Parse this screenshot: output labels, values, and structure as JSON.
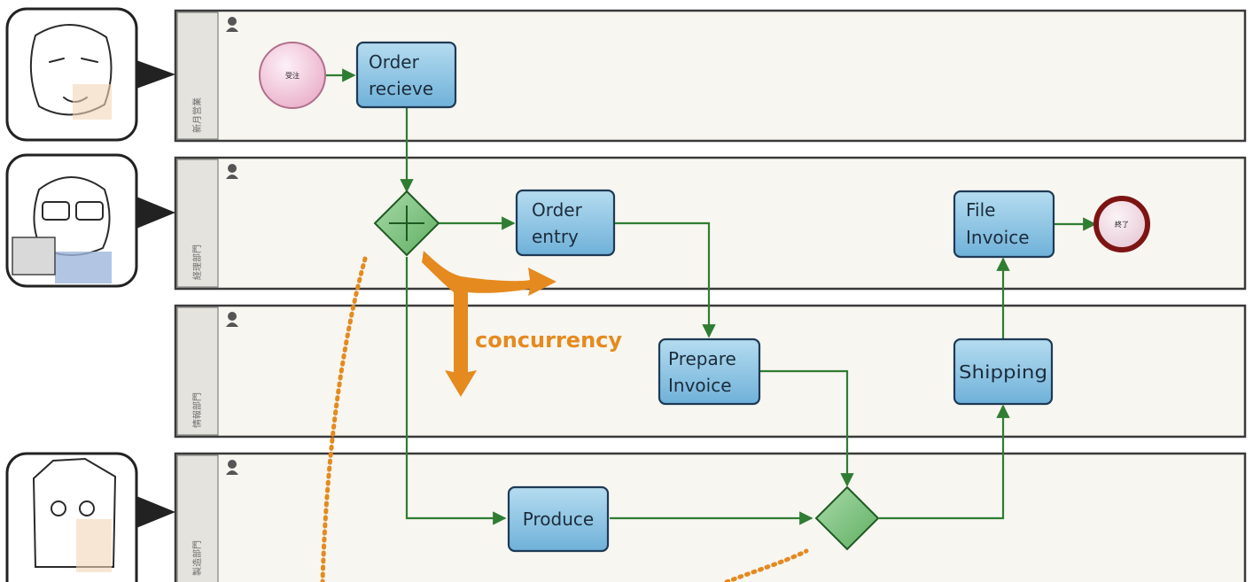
{
  "colors": {
    "task_fill": "#8fc6e3",
    "task_border": "#1e3a55",
    "flow": "#2f7d32",
    "gateway": "#7cc47f",
    "start_event": "#f4c8dc",
    "end_event": "#7d1414",
    "annotation": "#e58a1f",
    "pool_fill": "#f7f6f1"
  },
  "lanes": [
    {
      "name": "新月営業",
      "icon": "participant-icon"
    },
    {
      "name": "経理部門",
      "icon": "participant-icon"
    },
    {
      "name": "情報部門",
      "icon": "participant-icon"
    },
    {
      "name": "製造部門",
      "icon": "participant-icon"
    }
  ],
  "events": {
    "start_label": "受注",
    "end_label": "終了"
  },
  "tasks": {
    "order_recieve": [
      "Order",
      "recieve"
    ],
    "order_entry": [
      "Order",
      "entry"
    ],
    "prepare_invoice": [
      "Prepare",
      "Invoice"
    ],
    "file_invoice": [
      "File",
      "Invoice"
    ],
    "shipping": [
      "Shipping"
    ],
    "produce": [
      "Produce"
    ]
  },
  "gateways": {
    "split": "parallel",
    "join": "exclusive"
  },
  "annotation": {
    "text": "concurrency"
  },
  "avatars": [
    "salesperson-avatar",
    "accountant-avatar",
    "engineer-avatar"
  ]
}
